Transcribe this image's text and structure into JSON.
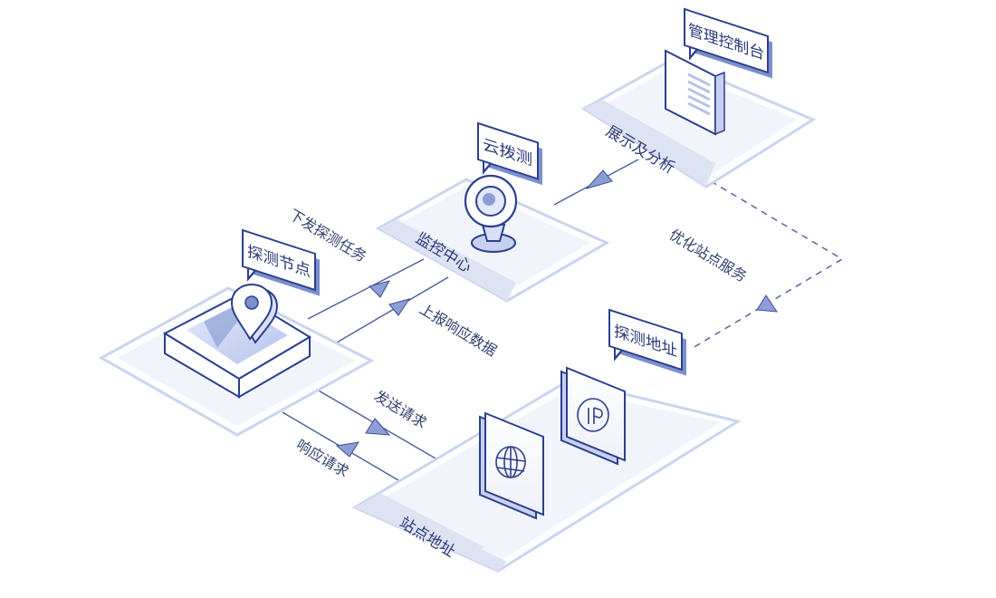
{
  "nodes": {
    "console_tag": "管理控制台",
    "display_plate": "展示及分析",
    "cloud_tag": "云拨测",
    "monitor_plate": "监控中心",
    "probe_tag": "探测节点",
    "address_tag": "探测地址",
    "site_plate": "站点地址"
  },
  "edges": {
    "dispatch": "下发探测任务",
    "report": "上报响应数据",
    "optimize": "优化站点服务",
    "send": "发送请求",
    "respond": "响应请求"
  },
  "icons": {
    "console": "document-stack-icon",
    "cloud": "webcam-icon",
    "probe": "map-pin-icon",
    "globe": "globe-icon",
    "ip": "ip-address-icon"
  },
  "colors": {
    "outline": "#2b3f8f",
    "accent": "#7b8fcc",
    "plate_border": "#c9d4ee",
    "plate_label_bg": "#dde3f3",
    "line": "#4a5d9e",
    "ink": "#2a3a78"
  }
}
